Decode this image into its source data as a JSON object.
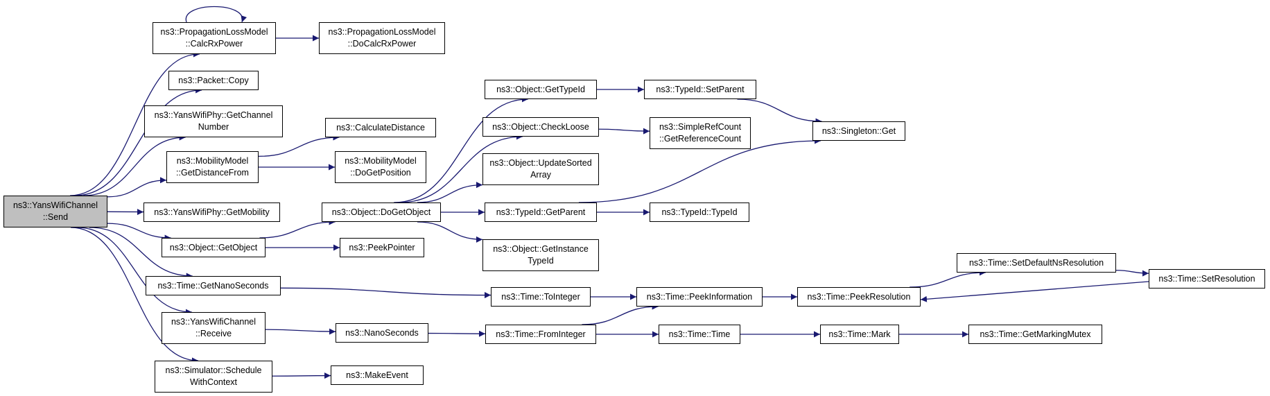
{
  "colors": {
    "edge": "#191970",
    "node_border": "#000000",
    "node_fill": "#ffffff",
    "root_fill": "#bfbfbf"
  },
  "nodes": {
    "send": {
      "lines": [
        "ns3::YansWifiChannel",
        "::Send"
      ],
      "root": true
    },
    "calcrx": {
      "lines": [
        "ns3::PropagationLossModel",
        "::CalcRxPower"
      ]
    },
    "docalcrx": {
      "lines": [
        "ns3::PropagationLossModel",
        "::DoCalcRxPower"
      ]
    },
    "packetcopy": {
      "lines": [
        "ns3::Packet::Copy"
      ]
    },
    "getchannel": {
      "lines": [
        "ns3::YansWifiPhy::GetChannel",
        "Number"
      ]
    },
    "getdistfrom": {
      "lines": [
        "ns3::MobilityModel",
        "::GetDistanceFrom"
      ]
    },
    "calcdist": {
      "lines": [
        "ns3::CalculateDistance"
      ]
    },
    "dogetpos": {
      "lines": [
        "ns3::MobilityModel",
        "::DoGetPosition"
      ]
    },
    "getmobility": {
      "lines": [
        "ns3::YansWifiPhy::GetMobility"
      ]
    },
    "getobject": {
      "lines": [
        "ns3::Object::GetObject"
      ]
    },
    "dogetobject": {
      "lines": [
        "ns3::Object::DoGetObject"
      ]
    },
    "peekpointer": {
      "lines": [
        "ns3::PeekPointer"
      ]
    },
    "objgettypeid": {
      "lines": [
        "ns3::Object::GetTypeId"
      ]
    },
    "checkloose": {
      "lines": [
        "ns3::Object::CheckLoose"
      ]
    },
    "updatesorted": {
      "lines": [
        "ns3::Object::UpdateSorted",
        "Array"
      ]
    },
    "getparent": {
      "lines": [
        "ns3::TypeId::GetParent"
      ]
    },
    "getinstance": {
      "lines": [
        "ns3::Object::GetInstance",
        "TypeId"
      ]
    },
    "setparent": {
      "lines": [
        "ns3::TypeId::SetParent"
      ]
    },
    "simplerefcount": {
      "lines": [
        "ns3::SimpleRefCount",
        "::GetReferenceCount"
      ]
    },
    "typeidtypeid": {
      "lines": [
        "ns3::TypeId::TypeId"
      ]
    },
    "singletonget": {
      "lines": [
        "ns3::Singleton::Get"
      ]
    },
    "getnanoseconds": {
      "lines": [
        "ns3::Time::GetNanoSeconds"
      ]
    },
    "tointeger": {
      "lines": [
        "ns3::Time::ToInteger"
      ]
    },
    "peekinformation": {
      "lines": [
        "ns3::Time::PeekInformation"
      ]
    },
    "peekresolution": {
      "lines": [
        "ns3::Time::PeekResolution"
      ]
    },
    "setdefaultns": {
      "lines": [
        "ns3::Time::SetDefaultNsResolution"
      ]
    },
    "setresolution": {
      "lines": [
        "ns3::Time::SetResolution"
      ]
    },
    "receive": {
      "lines": [
        "ns3::YansWifiChannel",
        "::Receive"
      ]
    },
    "nanoseconds": {
      "lines": [
        "ns3::NanoSeconds"
      ]
    },
    "frominteger": {
      "lines": [
        "ns3::Time::FromInteger"
      ]
    },
    "timetime": {
      "lines": [
        "ns3::Time::Time"
      ]
    },
    "timemark": {
      "lines": [
        "ns3::Time::Mark"
      ]
    },
    "getmarkingmutex": {
      "lines": [
        "ns3::Time::GetMarkingMutex"
      ]
    },
    "schedulewithcontext": {
      "lines": [
        "ns3::Simulator::Schedule",
        "WithContext"
      ]
    },
    "makeevent": {
      "lines": [
        "ns3::MakeEvent"
      ]
    }
  },
  "edges": [
    [
      "send",
      "calcrx"
    ],
    [
      "send",
      "packetcopy"
    ],
    [
      "send",
      "getchannel"
    ],
    [
      "send",
      "getdistfrom"
    ],
    [
      "send",
      "getmobility"
    ],
    [
      "send",
      "getobject"
    ],
    [
      "send",
      "getnanoseconds"
    ],
    [
      "send",
      "receive"
    ],
    [
      "send",
      "schedulewithcontext"
    ],
    [
      "calcrx",
      "calcrx"
    ],
    [
      "calcrx",
      "docalcrx"
    ],
    [
      "getdistfrom",
      "calcdist"
    ],
    [
      "getdistfrom",
      "dogetpos"
    ],
    [
      "getobject",
      "dogetobject"
    ],
    [
      "getobject",
      "peekpointer"
    ],
    [
      "dogetobject",
      "objgettypeid"
    ],
    [
      "dogetobject",
      "checkloose"
    ],
    [
      "dogetobject",
      "updatesorted"
    ],
    [
      "dogetobject",
      "getparent"
    ],
    [
      "dogetobject",
      "getinstance"
    ],
    [
      "objgettypeid",
      "setparent"
    ],
    [
      "setparent",
      "singletonget"
    ],
    [
      "checkloose",
      "simplerefcount"
    ],
    [
      "getparent",
      "singletonget"
    ],
    [
      "getparent",
      "typeidtypeid"
    ],
    [
      "getnanoseconds",
      "tointeger"
    ],
    [
      "tointeger",
      "peekinformation"
    ],
    [
      "peekinformation",
      "peekresolution"
    ],
    [
      "peekresolution",
      "setdefaultns"
    ],
    [
      "setdefaultns",
      "setresolution"
    ],
    [
      "setresolution",
      "peekresolution"
    ],
    [
      "receive",
      "nanoseconds"
    ],
    [
      "nanoseconds",
      "frominteger"
    ],
    [
      "frominteger",
      "peekinformation"
    ],
    [
      "frominteger",
      "timetime"
    ],
    [
      "timetime",
      "timemark"
    ],
    [
      "timemark",
      "getmarkingmutex"
    ],
    [
      "schedulewithcontext",
      "makeevent"
    ]
  ]
}
